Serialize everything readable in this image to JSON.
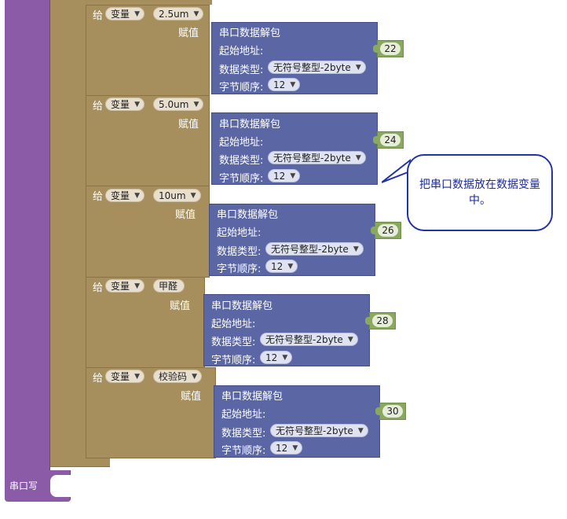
{
  "labels": {
    "set": "给",
    "assign": "赋值",
    "unpack_title": "串口数据解包",
    "start_address": "起始地址:",
    "data_type": "数据类型:",
    "byte_order": "字节顺序:",
    "variable_kw": "变量",
    "serial_write": "串口写"
  },
  "blocks": [
    {
      "var_name": "2.5um",
      "start": "22",
      "type": "无符号整型-2byte",
      "order": "12"
    },
    {
      "var_name": "5.0um",
      "start": "24",
      "type": "无符号整型-2byte",
      "order": "12"
    },
    {
      "var_name": "10um",
      "start": "26",
      "type": "无符号整型-2byte",
      "order": "12"
    },
    {
      "var_name": "甲醛",
      "start": "28",
      "type": "无符号整型-2byte",
      "order": "12"
    },
    {
      "var_name": "校验码",
      "start": "30",
      "type": "无符号整型-2byte",
      "order": "12"
    }
  ],
  "callout": "把串口数据放在数据变量中。",
  "icons": {
    "dropdown": "▼"
  },
  "colors": {
    "purple": "#8b5ba8",
    "khaki": "#a68f5c",
    "blue": "#5b66a5",
    "green": "#8aa85e",
    "callout_border": "#2233aa"
  }
}
